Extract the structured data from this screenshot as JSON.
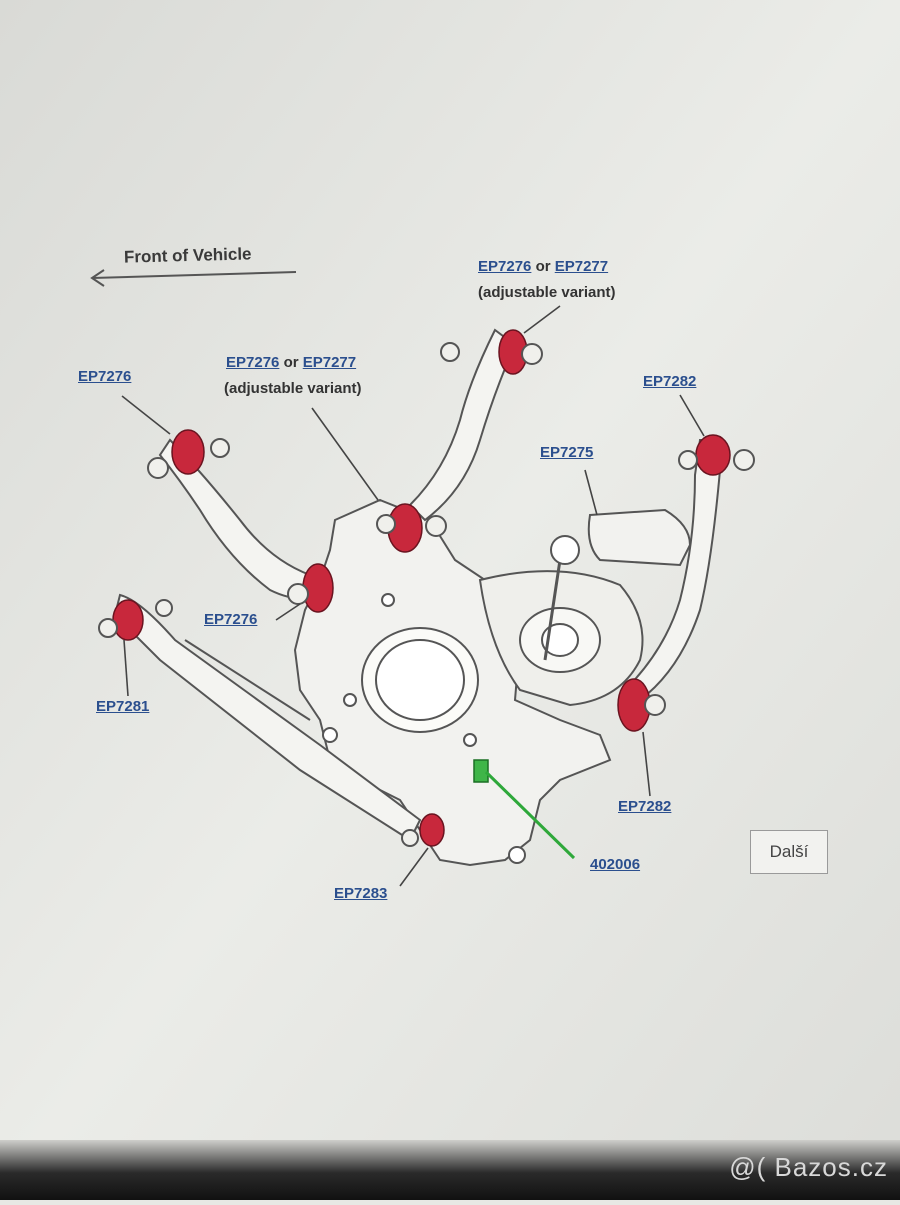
{
  "front_label": "Front of Vehicle",
  "labels": {
    "top_right_a": "EP7276",
    "top_right_or": "or",
    "top_right_b": "EP7277",
    "top_right_note": "(adjustable variant)",
    "mid_a": "EP7276",
    "mid_or": "or",
    "mid_b": "EP7277",
    "mid_note": "(adjustable variant)",
    "left_upper": "EP7276",
    "left_lower": "EP7276",
    "left_bottom": "EP7281",
    "center": "EP7275",
    "right_upper": "EP7282",
    "right_lower": "EP7282",
    "bottom": "EP7283",
    "green": "402006"
  },
  "next_button": "Další",
  "watermark": "@( Bazos.cz",
  "colors": {
    "bushing": "#c8283c",
    "leader": "#444444",
    "green_leader": "#2ea83a",
    "link": "#2b4f8e"
  }
}
